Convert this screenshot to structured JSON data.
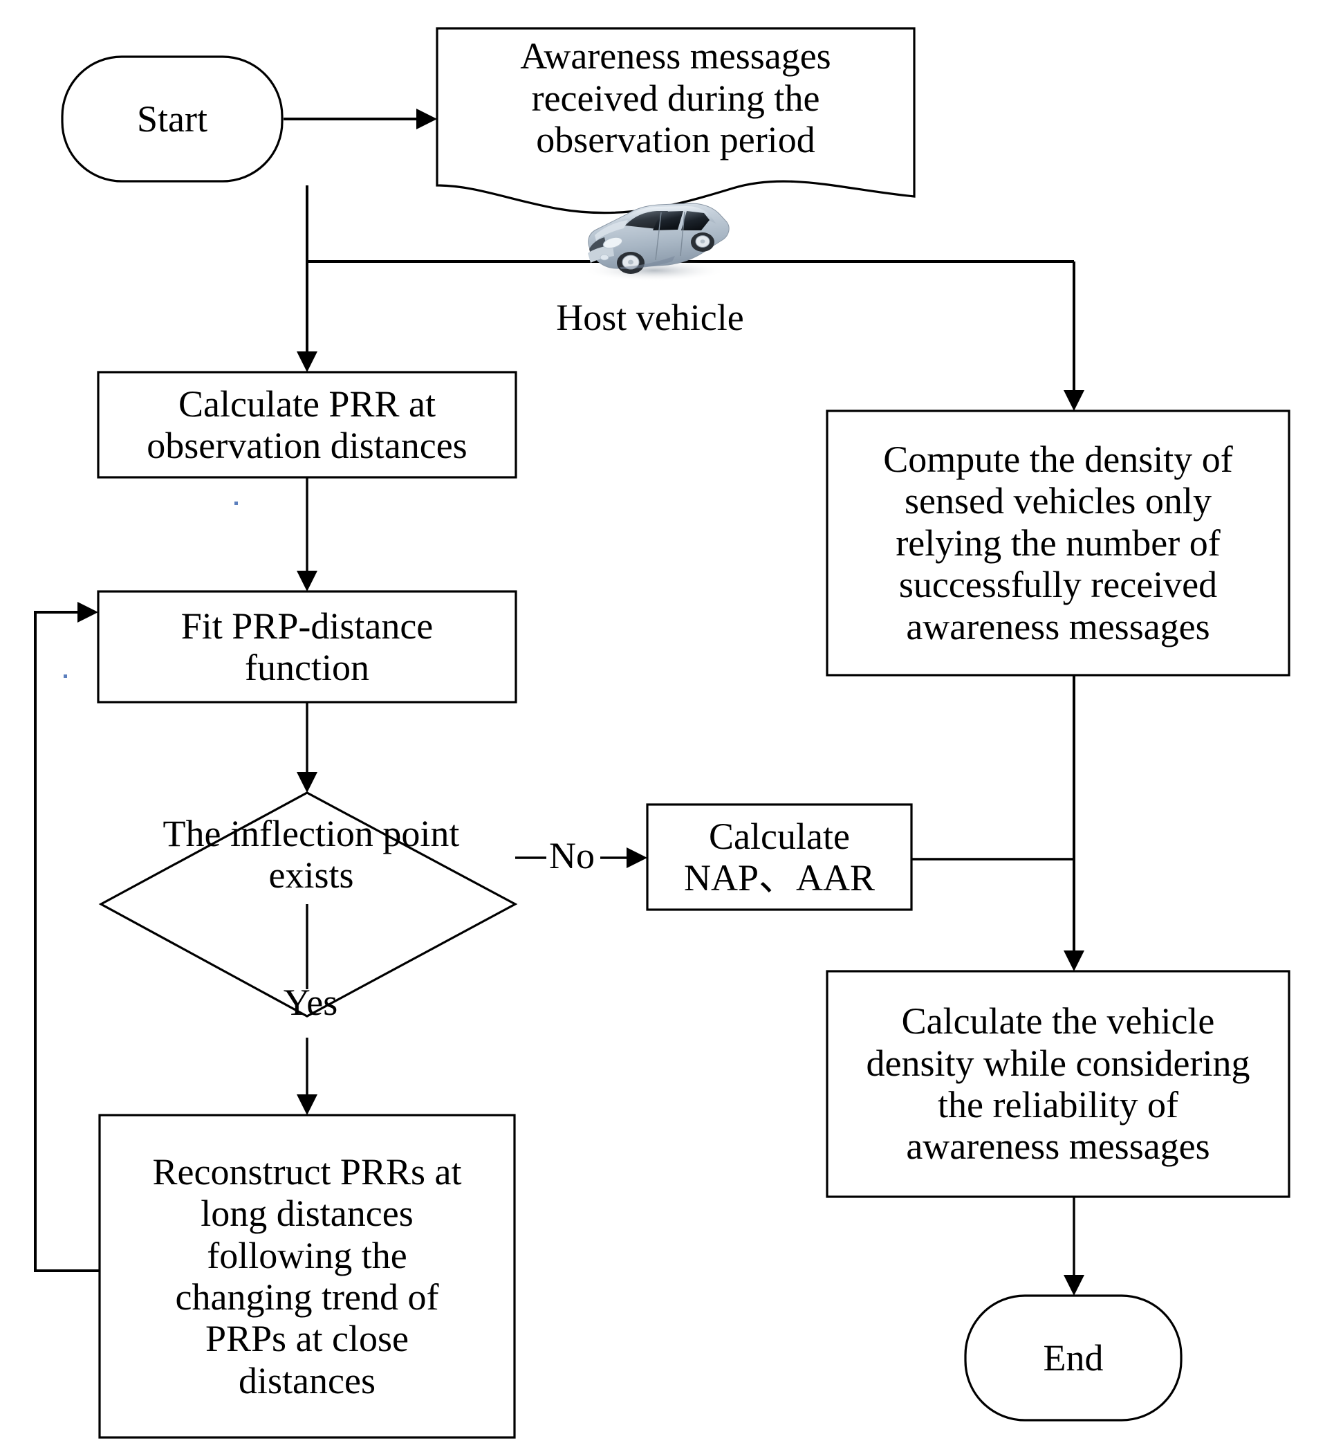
{
  "diagram": {
    "title": "Vehicle density estimation flowchart",
    "background_color": "#ffffff",
    "stroke_color": "#000000",
    "nodes": {
      "start": {
        "label": "Start",
        "shape": "terminator"
      },
      "awareness_doc": {
        "label": "Awareness messages\nreceived during the\nobservation period",
        "shape": "document"
      },
      "calc_prr": {
        "label": "Calculate PRR at\nobservation distances",
        "shape": "process"
      },
      "fit_prp": {
        "label": "Fit PRP-distance\nfunction",
        "shape": "process"
      },
      "inflection": {
        "label": "The inflection point\nexists",
        "shape": "decision"
      },
      "calc_nap_aar": {
        "label": "Calculate\nNAP、AAR",
        "shape": "process"
      },
      "reconstruct": {
        "label": "Reconstruct PRRs at\nlong distances\nfollowing the\nchanging trend of\nPRPs at close\ndistances",
        "shape": "process"
      },
      "compute_density": {
        "label": "Compute the density of\nsensed vehicles only\nrelying the number of\nsuccessfully received\nawareness messages",
        "shape": "process"
      },
      "calc_vehicle_density": {
        "label": "Calculate the vehicle\ndensity while considering\nthe reliability of\nawareness messages",
        "shape": "process"
      },
      "end": {
        "label": "End",
        "shape": "terminator"
      }
    },
    "annotations": {
      "host_vehicle": "Host vehicle",
      "car_icon": "car-icon"
    },
    "edge_labels": {
      "no": "No",
      "yes": "Yes"
    }
  }
}
